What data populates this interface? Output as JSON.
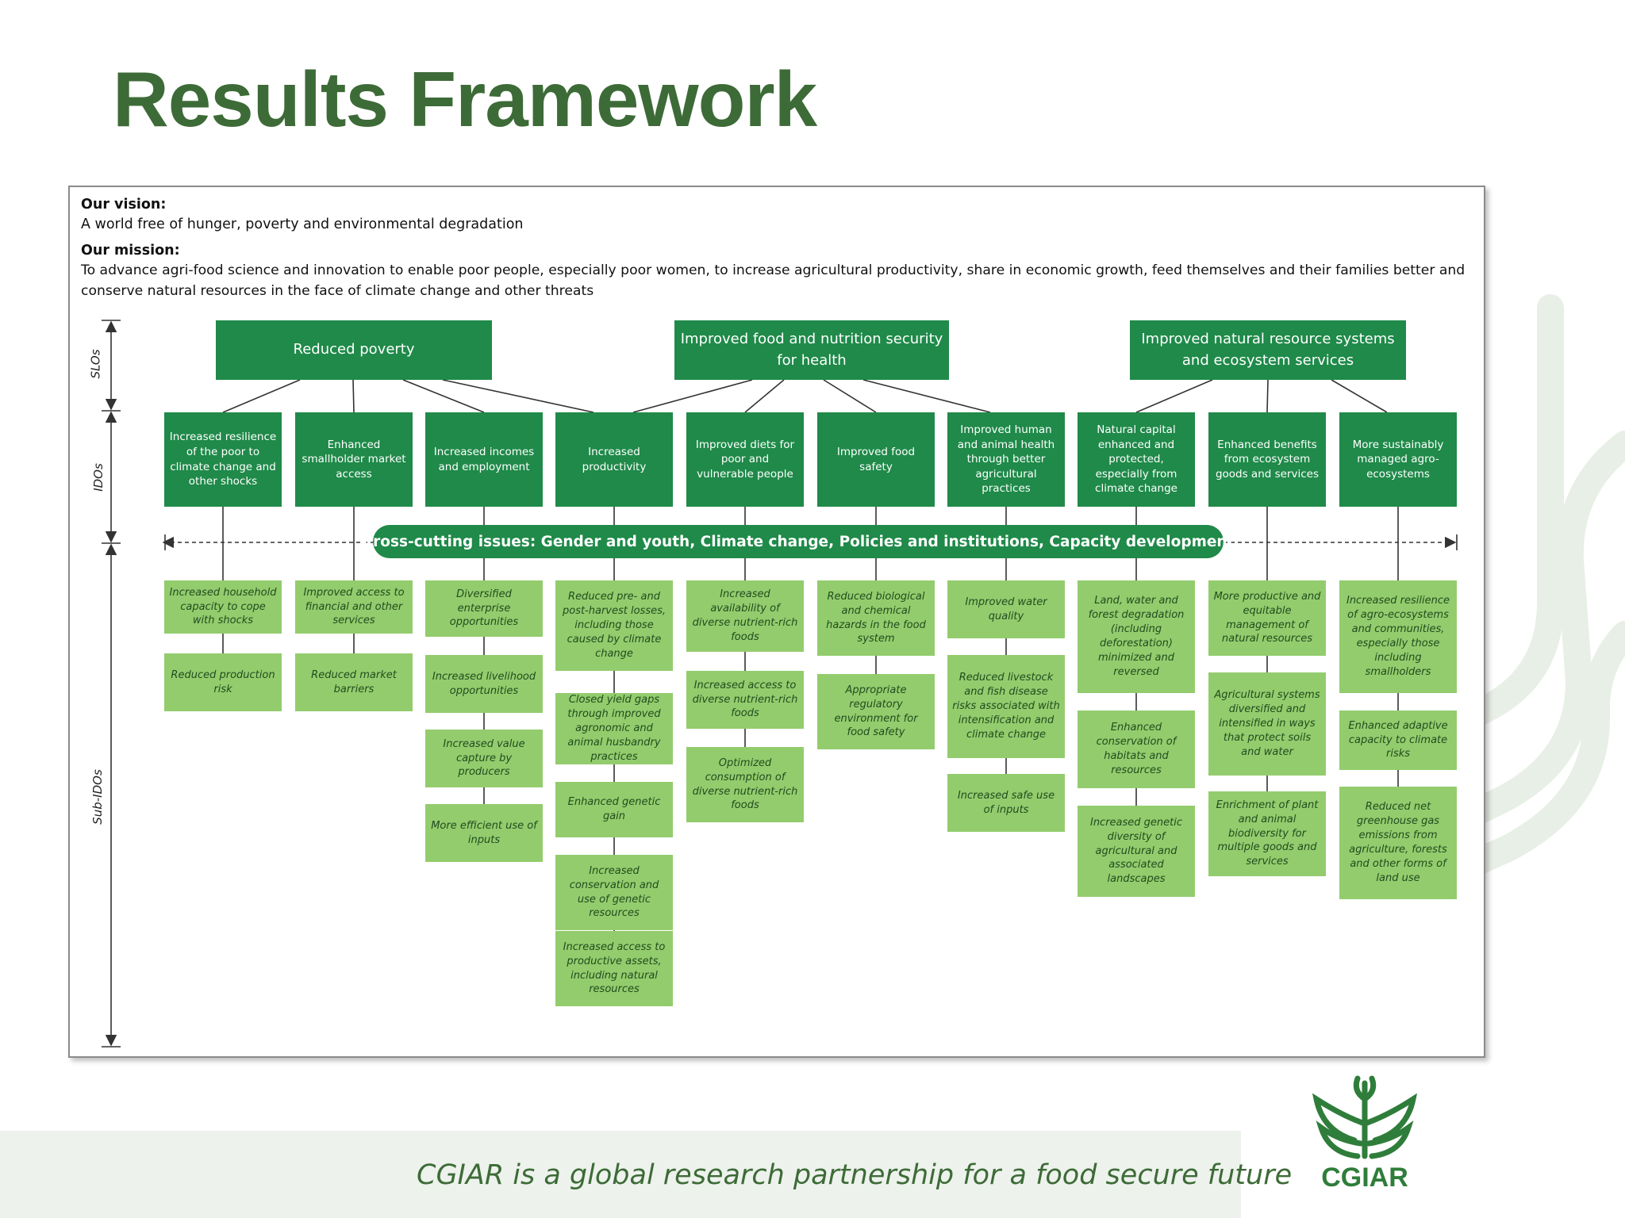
{
  "slide_title": "Results Framework",
  "tagline": "CGIAR is a global research partnership for a food secure future",
  "logo_text": "CGIAR",
  "colors": {
    "title": "#3d6b37",
    "dark_green": "#1f8a49",
    "light_green": "#93cc6d"
  },
  "framework": {
    "vision_label": "Our vision:",
    "vision_text": "A world free of hunger, poverty and environmental degradation",
    "mission_label": "Our mission:",
    "mission_line1": "To advance agri-food science and innovation to enable poor people, especially poor women, to increase agricultural productivity, share in economic growth, feed themselves and their families better and",
    "mission_line2": "conserve natural resources in the face of climate change and other threats",
    "axis_labels": {
      "slos": "SLOs",
      "idos": "IDOs",
      "sub_idos": "Sub-IDOs"
    },
    "cross_cutting": "Cross-cutting issues: Gender and youth, Climate change, Policies and institutions, Capacity development",
    "slos": [
      {
        "label": "Reduced poverty"
      },
      {
        "label": "Improved food and nutrition security for health"
      },
      {
        "label": "Improved natural resource systems and ecosystem services"
      }
    ],
    "idos": [
      {
        "label": "Increased resilience of the poor to climate change and other shocks"
      },
      {
        "label": "Enhanced smallholder market access"
      },
      {
        "label": "Increased incomes and employment"
      },
      {
        "label": "Increased productivity"
      },
      {
        "label": "Improved diets for poor and vulnerable people"
      },
      {
        "label": "Improved food safety"
      },
      {
        "label": "Improved human and animal health through better agricultural practices"
      },
      {
        "label": "Natural capital enhanced and protected, especially from climate change"
      },
      {
        "label": "Enhanced benefits from ecosystem goods and services"
      },
      {
        "label": "More sustainably managed agro-ecosystems"
      }
    ],
    "sub_idos": [
      [
        "Increased household capacity to cope with shocks",
        "Reduced production risk"
      ],
      [
        "Improved access to financial and other services",
        "Reduced market barriers"
      ],
      [
        "Diversified enterprise opportunities",
        "Increased livelihood opportunities",
        "Increased value capture by producers",
        "More efficient use of inputs"
      ],
      [
        "Reduced pre- and post-harvest losses, including those caused by climate change",
        "Closed yield gaps through improved agronomic and animal husbandry practices",
        "Enhanced genetic gain",
        "Increased conservation and use of genetic resources",
        "Increased access to productive assets, including natural resources"
      ],
      [
        "Increased availability of diverse nutrient-rich foods",
        "Increased access to diverse nutrient-rich foods",
        "Optimized consumption of diverse nutrient-rich foods"
      ],
      [
        "Reduced biological and chemical hazards in the food system",
        "Appropriate regulatory environment for food safety"
      ],
      [
        "Improved water quality",
        "Reduced livestock and fish disease risks associated with intensification and climate change",
        "Increased safe use of inputs"
      ],
      [
        "Land, water and forest degradation (including deforestation) minimized and reversed",
        "Enhanced conservation of habitats and resources",
        "Increased genetic diversity of agricultural and associated landscapes"
      ],
      [
        "More productive and equitable management of natural resources",
        "Agricultural systems diversified and intensified in ways that protect soils and water",
        "Enrichment of plant and animal biodiversity for multiple goods and services"
      ],
      [
        "Increased resilience of agro-ecosystems and communities, especially those including smallholders",
        "Enhanced adaptive capacity to climate risks",
        "Reduced net greenhouse gas emissions from agriculture, forests and other forms of land use"
      ]
    ]
  }
}
